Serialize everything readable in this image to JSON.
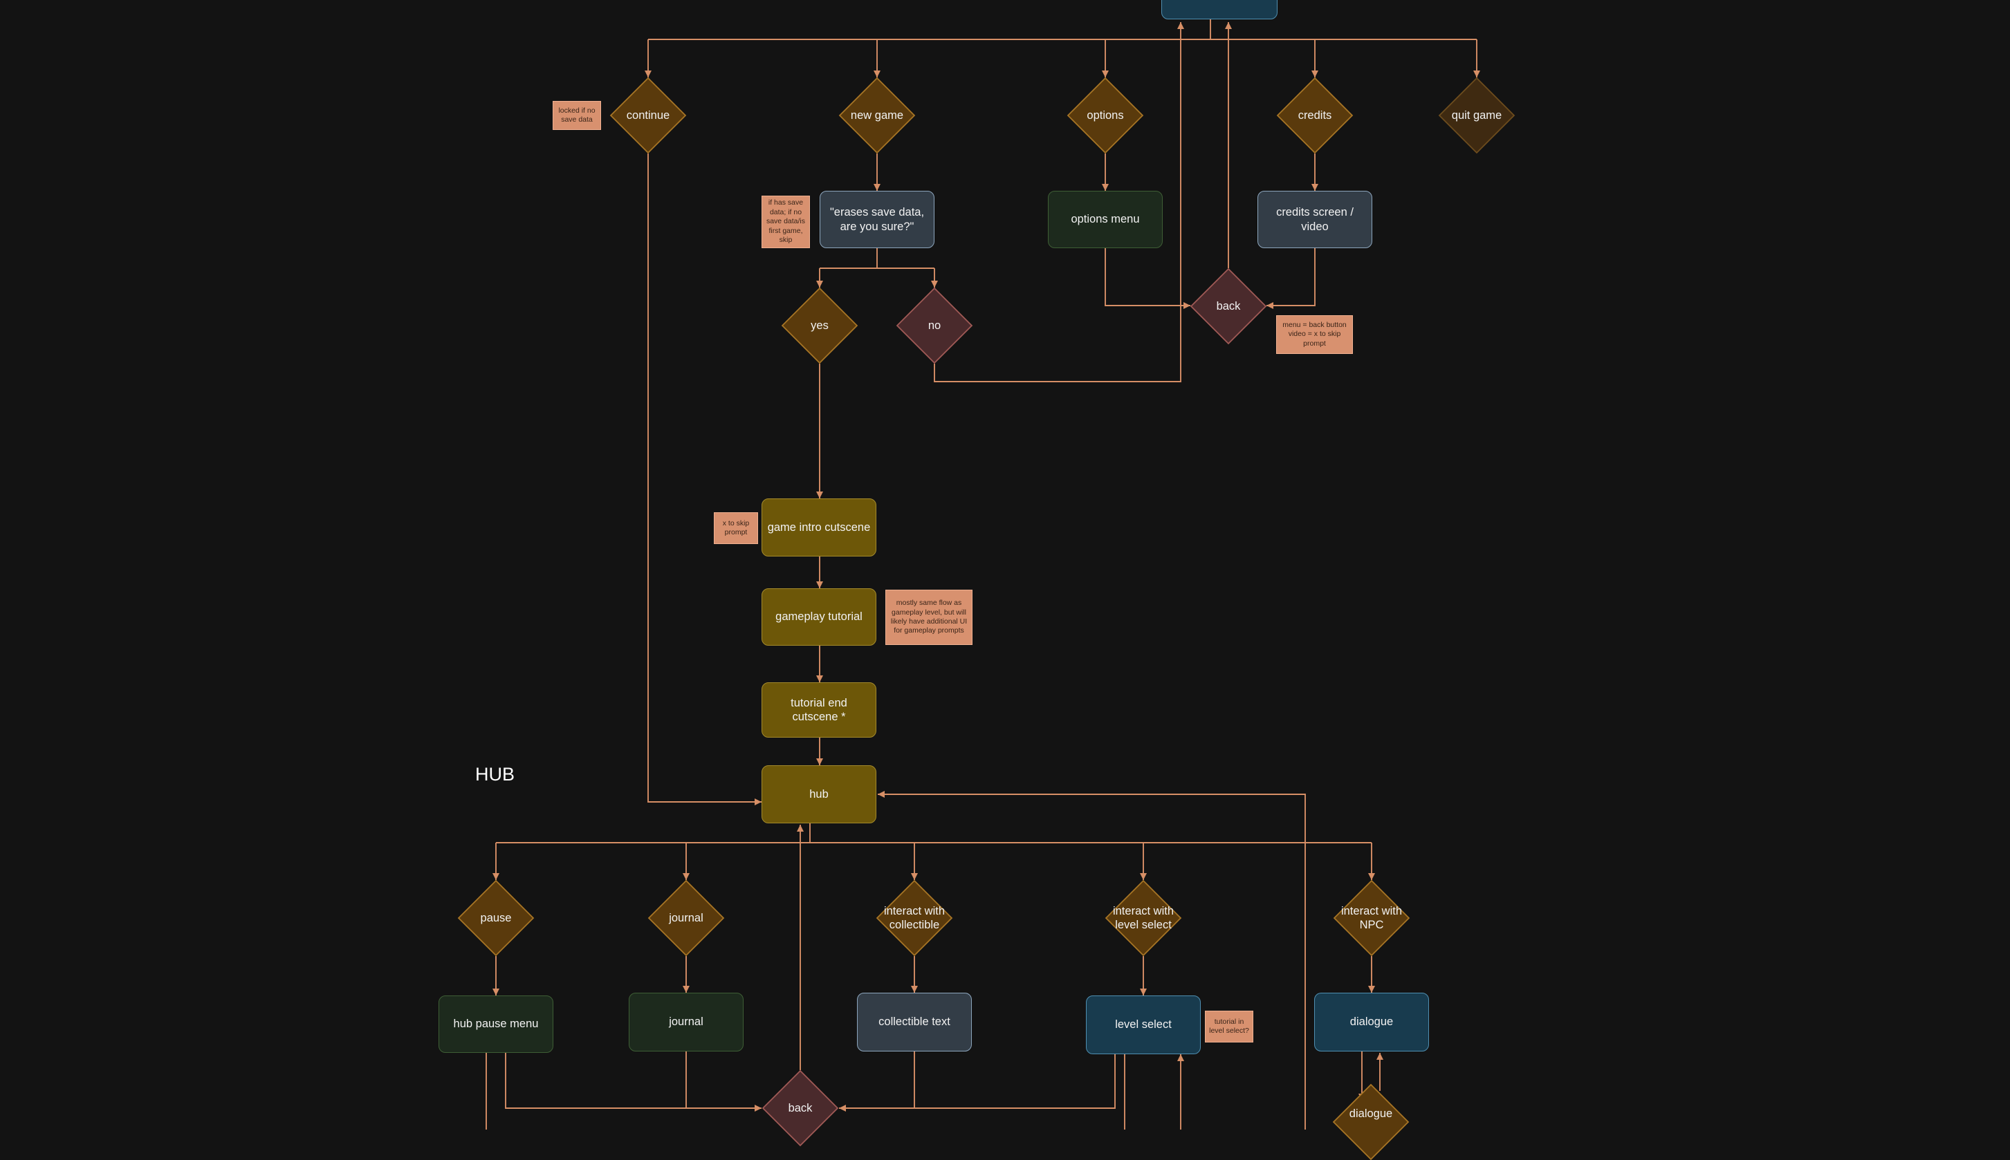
{
  "colors": {
    "canvas": "#131313",
    "edge": "#d78f66",
    "decision_fill": "#5a3a0c",
    "decision_stroke": "#a77525",
    "back_fill": "#4a2a2c",
    "back_stroke": "#a05a56",
    "quit_fill": "#3f2a11",
    "note_fill": "#d8916f",
    "screen_blue": "#183b4e",
    "screen_green": "#1d2a1d",
    "screen_slate": "#333d47",
    "cutscene_gold": "#6d5708"
  },
  "sections": {
    "hub": "HUB"
  },
  "main_menu": {
    "decisions": {
      "continue": "continue",
      "new_game": "new game",
      "options": "options",
      "credits": "credits",
      "quit_game": "quit game"
    },
    "screens": {
      "erase_confirm": "\"erases save data, are you sure?\"",
      "options_menu": "options menu",
      "credits_screen": "credits screen / video"
    },
    "confirm": {
      "yes": "yes",
      "no": "no"
    },
    "back": "back"
  },
  "intro_flow": {
    "game_intro_cutscene": "game intro cutscene",
    "gameplay_tutorial": "gameplay tutorial",
    "tutorial_end_cutscene": "tutorial end cutscene *",
    "hub": "hub"
  },
  "hub_flow": {
    "decisions": {
      "pause": "pause",
      "journal": "journal",
      "collectible": "interact with collectible",
      "level_select": "interact with level select",
      "npc": "interact with NPC"
    },
    "screens": {
      "hub_pause_menu": "hub pause menu",
      "journal": "journal",
      "collectible_text": "collectible text",
      "level_select": "level select",
      "dialogue": "dialogue"
    },
    "back": "back",
    "dialogue_decision": "dialogue"
  },
  "notes": {
    "continue_lock": "locked if no save data",
    "erase_prompt": "if has save data; if no save data/is first game, skip",
    "skip_intro": "x to skip prompt",
    "tutorial_flow": "mostly same flow as gameplay level, but will likely have additional UI for gameplay prompts",
    "back_button": "menu = back button video = x to skip prompt",
    "tutorial_level_select": "tutorial in level select?"
  }
}
